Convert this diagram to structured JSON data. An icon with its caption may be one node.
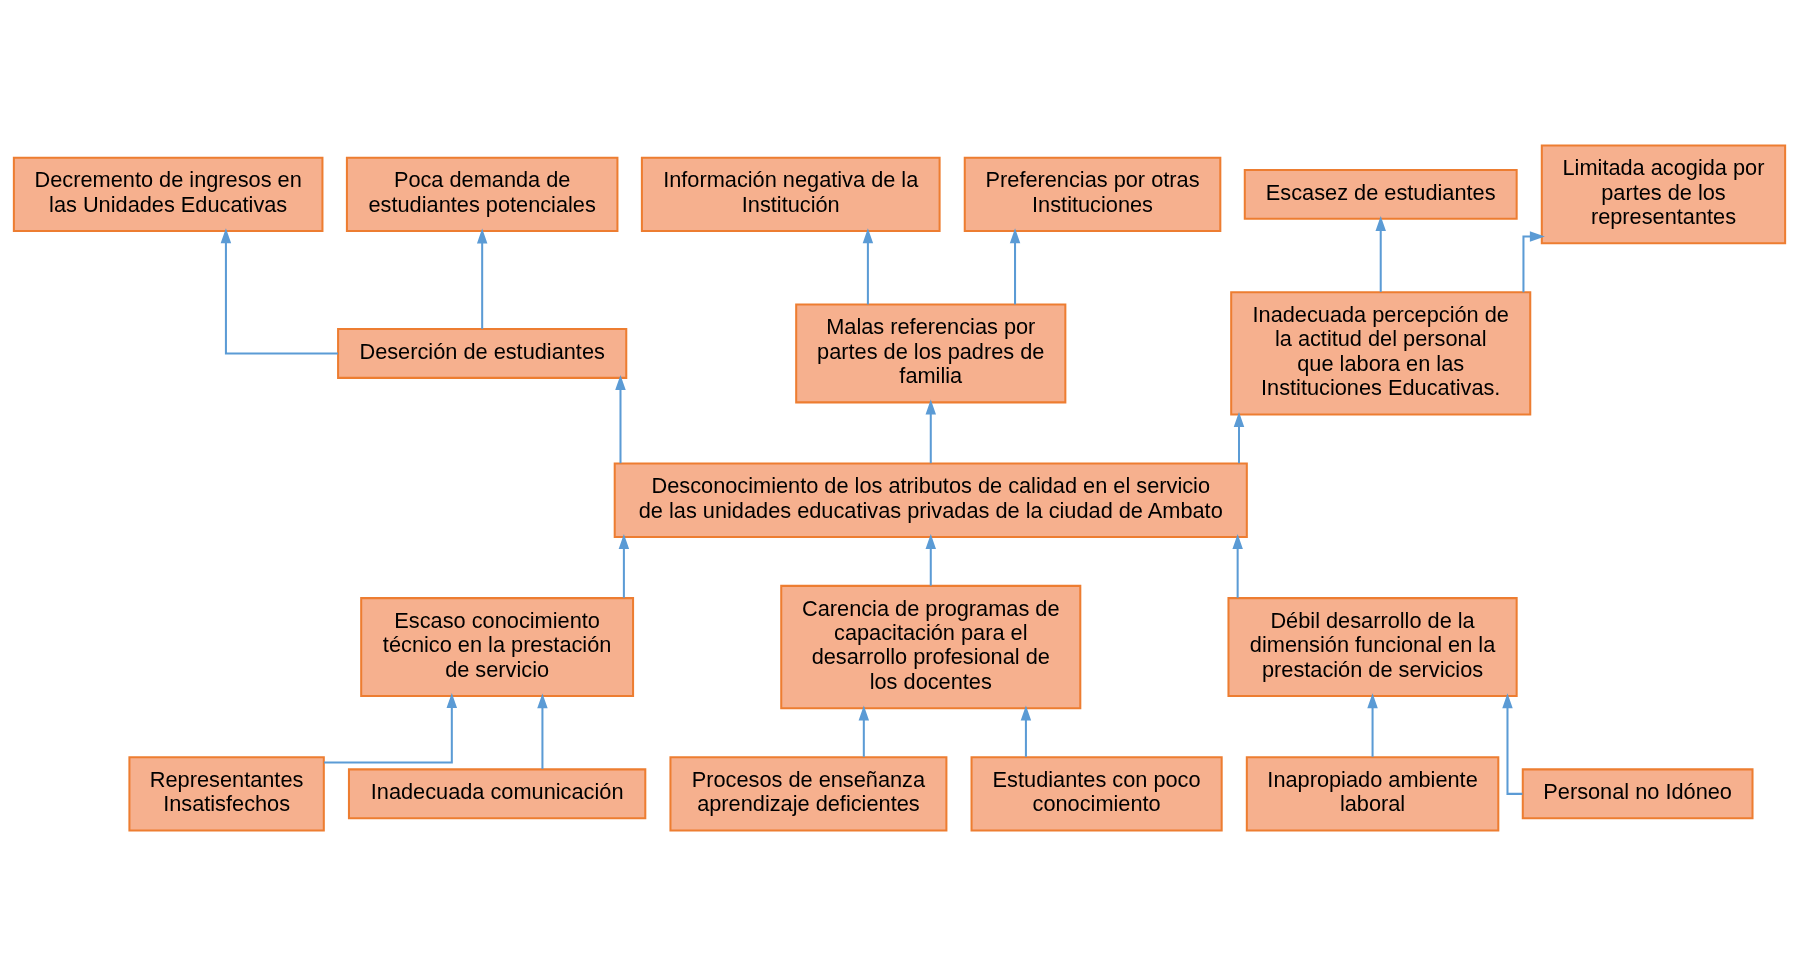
{
  "diagram": {
    "nodes": [
      {
        "text": [
          "Decremento de ingresos en las Unidades Educativas"
        ]
      },
      {
        "text": [
          "Poca demanda de estudiantes potenciales"
        ]
      },
      {
        "text": [
          "Información negativa de la Institución"
        ]
      },
      {
        "text": [
          "Preferencias por otras Instituciones"
        ]
      },
      {
        "text": [
          "Escasez de estudiantes"
        ]
      },
      {
        "text": [
          "Limitada acogida por partes de los representantes"
        ]
      },
      {
        "text": [
          "Deserción de estudiantes"
        ]
      },
      {
        "text": [
          "Malas referencias por partes de los padres de familia"
        ]
      },
      {
        "text": [
          "Inadecuada percepción de la actitud del personal  que labora en las Instituciones Educativas."
        ]
      },
      {
        "text": [
          "Desconocimiento de los atributos de calidad en el servicio de las unidades educativas privadas de la ciudad de Ambato"
        ]
      },
      {
        "text": [
          "Escaso conocimiento técnico en la prestación de servicio"
        ]
      },
      {
        "text": [
          "Carencia de programas de capacitación para el desarrollo profesional de los docentes"
        ]
      },
      {
        "text": [
          "Débil desarrollo de la dimensión funcional en la prestación de servicios"
        ]
      },
      {
        "text": [
          "Representantes Insatisfechos"
        ]
      },
      {
        "text": [
          "Inadecuada comunicación"
        ]
      },
      {
        "text": [
          "Procesos de enseñanza aprendizaje deficientes"
        ]
      },
      {
        "text": [
          "Estudiantes con poco conocimiento"
        ]
      },
      {
        "text": [
          "Inapropiado ambiente laboral"
        ]
      },
      {
        "text": [
          "Personal no Idóneo"
        ]
      }
    ],
    "edges": [
      {
        "from": 6,
        "to": 0,
        "arrow": "to"
      },
      {
        "from": 6,
        "to": 1,
        "arrow": "to"
      },
      {
        "from": 7,
        "to": 2,
        "arrow": "to"
      },
      {
        "from": 7,
        "to": 3,
        "arrow": "to"
      },
      {
        "from": 8,
        "to": 4,
        "arrow": "to"
      },
      {
        "from": 8,
        "to": 5,
        "arrow": "to"
      },
      {
        "from": 9,
        "to": 6,
        "arrow": "to"
      },
      {
        "from": 9,
        "to": 7,
        "arrow": "to"
      },
      {
        "from": 9,
        "to": 8,
        "arrow": "to"
      },
      {
        "from": 10,
        "to": 9,
        "arrow": "to"
      },
      {
        "from": 11,
        "to": 9,
        "arrow": "to"
      },
      {
        "from": 12,
        "to": 9,
        "arrow": "to"
      },
      {
        "from": 13,
        "to": 10,
        "arrow": "to"
      },
      {
        "from": 14,
        "to": 10,
        "arrow": "to"
      },
      {
        "from": 15,
        "to": 11,
        "arrow": "to"
      },
      {
        "from": 16,
        "to": 11,
        "arrow": "to"
      },
      {
        "from": 17,
        "to": 12,
        "arrow": "to"
      },
      {
        "from": 18,
        "to": 12,
        "arrow": "to"
      }
    ]
  }
}
